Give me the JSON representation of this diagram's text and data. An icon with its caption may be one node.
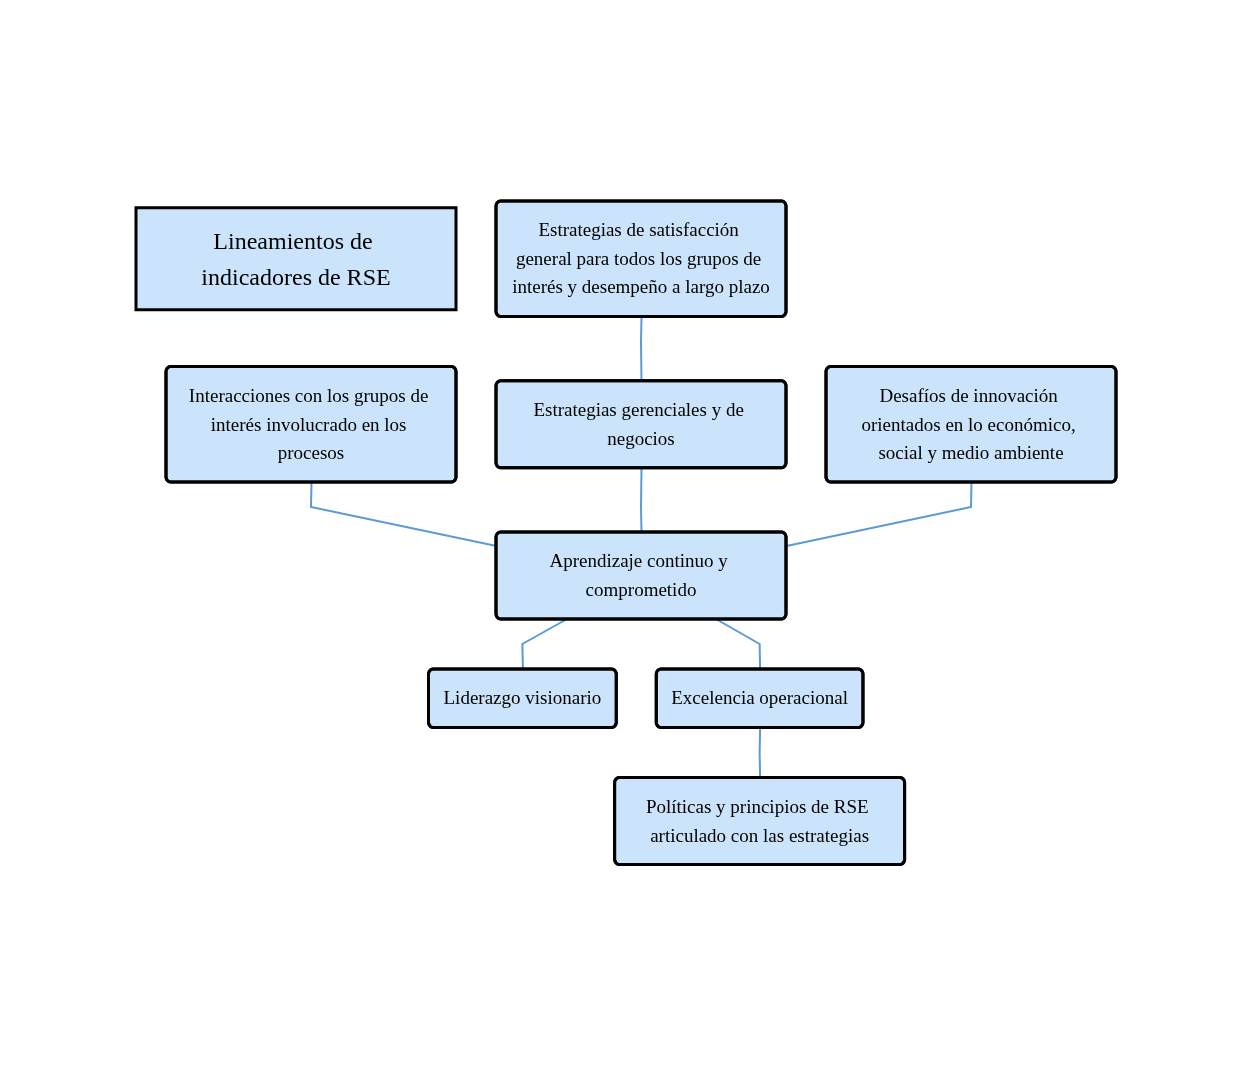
{
  "diagram": {
    "nodes": [
      {
        "text": [
          "Lineamientos de indicadores de RSE"
        ]
      },
      {
        "text": [
          "Interacciones con los grupos de interés involucrado en los procesos"
        ]
      },
      {
        "text": [
          "Estrategias de satisfacción general para todos los grupos de interés y desempeño a largo plazo"
        ]
      },
      {
        "text": [
          "Estrategias gerenciales y de negocios"
        ]
      },
      {
        "text": [
          "Aprendizaje continuo y comprometido"
        ]
      },
      {
        "text": [
          "Liderazgo visionario"
        ]
      },
      {
        "text": [
          "Excelencia operacional"
        ]
      },
      {
        "text": [
          "Desafíos de innovación orientados en lo económico, social y medio ambiente"
        ]
      },
      {
        "text": [
          "Políticas y principios de RSE articulado con las estrategias"
        ]
      }
    ],
    "edges": [
      {
        "from": 1,
        "to": 4,
        "arrow": "none"
      },
      {
        "from": 2,
        "to": 3,
        "arrow": "none"
      },
      {
        "from": 3,
        "to": 4,
        "arrow": "none"
      },
      {
        "from": 4,
        "to": 5,
        "arrow": "none"
      },
      {
        "from": 4,
        "to": 6,
        "arrow": "none"
      },
      {
        "from": 7,
        "to": 4,
        "arrow": "none"
      },
      {
        "from": 6,
        "to": 8,
        "arrow": "none"
      }
    ]
  }
}
